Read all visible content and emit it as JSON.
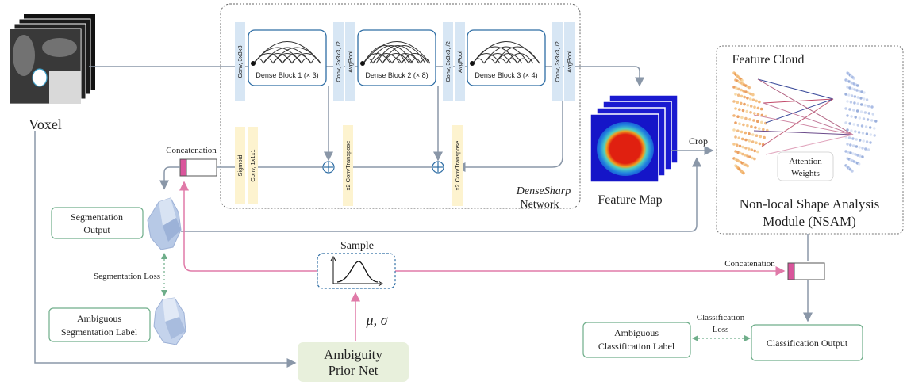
{
  "labels": {
    "voxel": "Voxel",
    "concatenation_left": "Concatenation",
    "concatenation_right": "Concatenation",
    "segmentation_output": [
      "Segmentation",
      "Output"
    ],
    "segmentation_loss": "Segmentation Loss",
    "ambiguous_seg_label": [
      "Ambiguous",
      "Segmentation Label"
    ],
    "sample": "Sample",
    "mu_sigma": "μ,  σ",
    "ambiguity_prior_net": [
      "Ambiguity",
      "Prior Net"
    ],
    "densesharp_italic": "DenseSharp",
    "network": "Network",
    "feature_map": "Feature Map",
    "crop": "Crop",
    "feature_cloud": "Feature Cloud",
    "attention_weights": [
      "Attention",
      "Weights"
    ],
    "nsam": [
      "Non-local Shape Analysis",
      "Module (NSAM)"
    ],
    "classification_loss": [
      "Classification",
      "Loss"
    ],
    "ambiguous_class_label": [
      "Ambiguous",
      "Classification Label"
    ],
    "classification_output": "Classification Output"
  },
  "blocks": {
    "conv_first": "Conv, 3x3x3",
    "dense1": "Dense Block 1 (× 3)",
    "dense2": "Dense Block 2 (× 8)",
    "dense3": "Dense Block 3 (× 4)",
    "conv_s2": "Conv, 3x3x3, /2",
    "avgpool": "AvgPool",
    "sigmoid": "Sigmoid",
    "conv_1x1": "Conv, 1x1x1",
    "conv_transpose": "x2 ConvTranspose"
  },
  "colors": {
    "blue_layer": "#d7e6f4",
    "yellow_layer": "#fdf3cf",
    "dense_border": "#2e6da4",
    "green_border": "#6fae8a",
    "green_fill": "#e8f0dc",
    "pink": "#e07aa8",
    "gray_line": "#8a97a8",
    "concat_pink": "#d9559b"
  }
}
